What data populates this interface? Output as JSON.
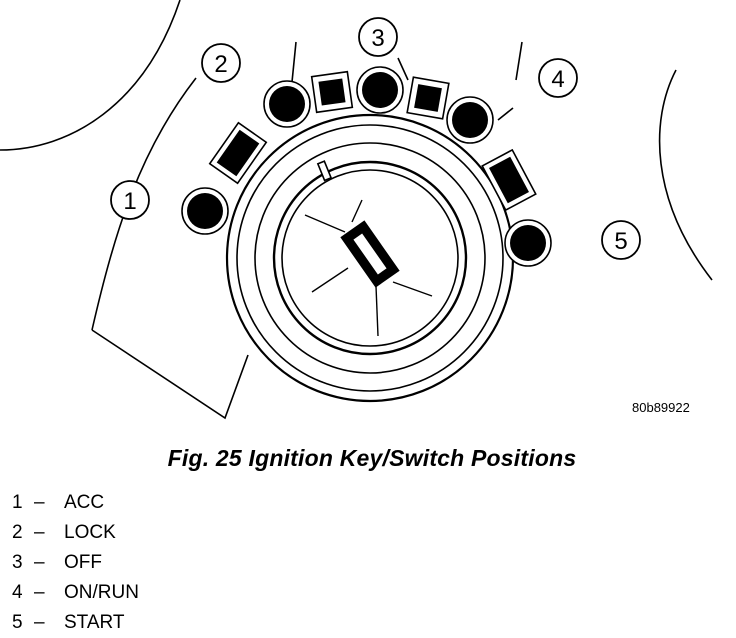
{
  "figure": {
    "image_code": "80b89922",
    "caption": "Fig. 25 Ignition Key/Switch Positions"
  },
  "callouts": [
    {
      "number": "1"
    },
    {
      "number": "2"
    },
    {
      "number": "3"
    },
    {
      "number": "4"
    },
    {
      "number": "5"
    }
  ],
  "legend": [
    {
      "number": "1",
      "separator": "–",
      "label": "ACC"
    },
    {
      "number": "2",
      "separator": "–",
      "label": "LOCK"
    },
    {
      "number": "3",
      "separator": "–",
      "label": "OFF"
    },
    {
      "number": "4",
      "separator": "–",
      "label": "ON/RUN"
    },
    {
      "number": "5",
      "separator": "–",
      "label": "START"
    }
  ]
}
